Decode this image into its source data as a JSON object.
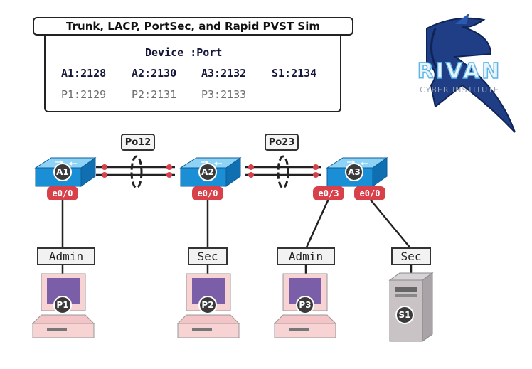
{
  "title": "Trunk, LACP, PortSec, and Rapid PVST Sim",
  "port_table": {
    "header": "Device :Port",
    "switches": [
      "A1:2128",
      "A2:2130",
      "A3:2132",
      "S1:2134"
    ],
    "hosts": [
      "P1:2129",
      "P2:2131",
      "P3:2133"
    ]
  },
  "logo": {
    "name": "RIVAN",
    "tagline": "CYBER INSTITUTE"
  },
  "port_channels": [
    "Po12",
    "Po23"
  ],
  "switches": [
    {
      "name": "A1",
      "ports": [
        "e0/0"
      ]
    },
    {
      "name": "A2",
      "ports": [
        "e0/0"
      ]
    },
    {
      "name": "A3",
      "ports": [
        "e0/3",
        "e0/0"
      ]
    }
  ],
  "hosts": [
    {
      "name": "P1",
      "vlan": "Admin",
      "type": "pc"
    },
    {
      "name": "P2",
      "vlan": "Sec",
      "type": "pc"
    },
    {
      "name": "P3",
      "vlan": "Admin",
      "type": "pc"
    },
    {
      "name": "S1",
      "vlan": "Sec",
      "type": "server"
    }
  ],
  "colors": {
    "switch": "#1a8fd6",
    "port_badge": "#d8404a",
    "pc": "#f4c4c6",
    "screen": "#7b5ea8"
  }
}
